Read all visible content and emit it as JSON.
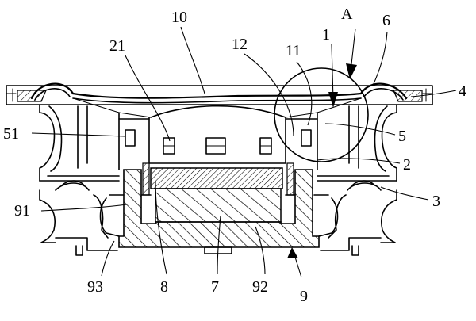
{
  "figure": {
    "label_A": "A",
    "labels": [
      {
        "key": "10",
        "text": "10"
      },
      {
        "key": "6",
        "text": "6"
      },
      {
        "key": "21",
        "text": "21"
      },
      {
        "key": "12",
        "text": "12"
      },
      {
        "key": "11",
        "text": "11"
      },
      {
        "key": "1",
        "text": "1"
      },
      {
        "key": "4",
        "text": "4"
      },
      {
        "key": "51",
        "text": "51"
      },
      {
        "key": "5",
        "text": "5"
      },
      {
        "key": "2",
        "text": "2"
      },
      {
        "key": "91",
        "text": "91"
      },
      {
        "key": "3",
        "text": "3"
      },
      {
        "key": "93",
        "text": "93"
      },
      {
        "key": "8",
        "text": "8"
      },
      {
        "key": "7",
        "text": "7"
      },
      {
        "key": "92",
        "text": "92"
      },
      {
        "key": "9",
        "text": "9"
      }
    ]
  }
}
